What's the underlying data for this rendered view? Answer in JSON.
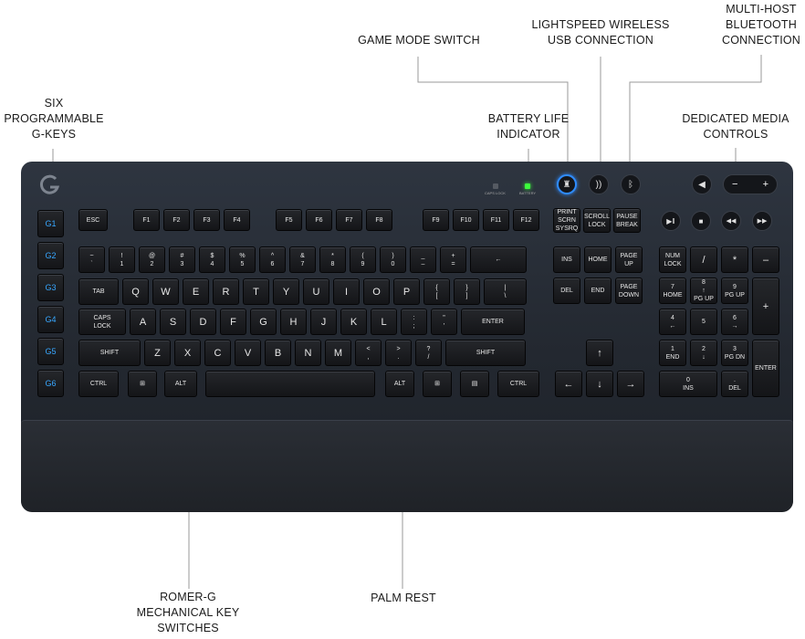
{
  "labels": {
    "g_keys": [
      "SIX",
      "PROGRAMMABLE",
      "G-KEYS"
    ],
    "game_mode": "GAME MODE SWITCH",
    "lightspeed": [
      "LIGHTSPEED WIRELESS",
      "USB CONNECTION"
    ],
    "bluetooth": [
      "MULTI-HOST",
      "BLUETOOTH",
      "CONNECTION"
    ],
    "battery": [
      "BATTERY LIFE",
      "INDICATOR"
    ],
    "media": [
      "DEDICATED MEDIA",
      "CONTROLS"
    ],
    "switches": [
      "ROMER-G",
      "MECHANICAL KEY",
      "SWITCHES"
    ],
    "palm_rest": "PALM REST"
  },
  "indicators": {
    "caps": "CAPS LOCK",
    "battery": "BATTERY"
  },
  "colors": {
    "g_key_text": "#38a7ff",
    "battery_led": "#3cff3c",
    "game_mode_ring": "#2f8cff"
  },
  "g_keys": [
    "G1",
    "G2",
    "G3",
    "G4",
    "G5",
    "G6"
  ],
  "function_keys": [
    "ESC",
    "F1",
    "F2",
    "F3",
    "F4",
    "F5",
    "F6",
    "F7",
    "F8",
    "F9",
    "F10",
    "F11",
    "F12"
  ],
  "nav_top": [
    [
      "PRINT",
      "SCRN",
      "SYSRQ"
    ],
    [
      "SCROLL",
      "LOCK"
    ],
    [
      "PAUSE",
      "BREAK"
    ]
  ],
  "rows": {
    "number": [
      [
        "~",
        "`"
      ],
      [
        "!",
        "1"
      ],
      [
        "@",
        "2"
      ],
      [
        "#",
        "3"
      ],
      [
        "$",
        "4"
      ],
      [
        "%",
        "5"
      ],
      [
        "^",
        "6"
      ],
      [
        "&",
        "7"
      ],
      [
        "*",
        "8"
      ],
      [
        "(",
        "9"
      ],
      [
        ")",
        "0"
      ],
      [
        "_",
        "–"
      ],
      [
        "+",
        "="
      ],
      [
        "←"
      ]
    ],
    "top": [
      [
        "TAB"
      ],
      [
        "Q"
      ],
      [
        "W"
      ],
      [
        "E"
      ],
      [
        "R"
      ],
      [
        "T"
      ],
      [
        "Y"
      ],
      [
        "U"
      ],
      [
        "I"
      ],
      [
        "O"
      ],
      [
        "P"
      ],
      [
        "{",
        "["
      ],
      [
        "}",
        "]"
      ],
      [
        "|",
        "\\"
      ]
    ],
    "home": [
      [
        "CAPS",
        "LOCK"
      ],
      [
        "A"
      ],
      [
        "S"
      ],
      [
        "D"
      ],
      [
        "F"
      ],
      [
        "G"
      ],
      [
        "H"
      ],
      [
        "J"
      ],
      [
        "K"
      ],
      [
        "L"
      ],
      [
        ":",
        ";"
      ],
      [
        "\"",
        "'"
      ],
      [
        "ENTER"
      ]
    ],
    "bottom": [
      [
        "SHIFT"
      ],
      [
        "Z"
      ],
      [
        "X"
      ],
      [
        "C"
      ],
      [
        "V"
      ],
      [
        "B"
      ],
      [
        "N"
      ],
      [
        "M"
      ],
      [
        "<",
        ","
      ],
      [
        ">",
        "."
      ],
      [
        "?",
        "/"
      ],
      [
        "SHIFT"
      ]
    ],
    "space": [
      [
        "CTRL"
      ],
      [
        "⊞"
      ],
      [
        "ALT"
      ],
      [
        ""
      ],
      [
        "ALT"
      ],
      [
        "⊞"
      ],
      [
        "▤"
      ],
      [
        "CTRL"
      ]
    ]
  },
  "nav_cluster": [
    [
      "INS"
    ],
    [
      "HOME"
    ],
    [
      "PAGE",
      "UP"
    ],
    [
      "DEL"
    ],
    [
      "END"
    ],
    [
      "PAGE",
      "DOWN"
    ]
  ],
  "arrows": [
    "↑",
    "←",
    "↓",
    "→"
  ],
  "numpad": [
    [
      "NUM",
      "LOCK"
    ],
    [
      "/"
    ],
    [
      "*"
    ],
    [
      "–"
    ],
    [
      "7",
      "HOME"
    ],
    [
      "8",
      "↑",
      "PG UP"
    ],
    [
      "9",
      "PG UP"
    ],
    [
      "+"
    ],
    [
      "4",
      "←"
    ],
    [
      "5"
    ],
    [
      "6",
      "→"
    ],
    [
      "1",
      "END"
    ],
    [
      "2",
      "↓"
    ],
    [
      "3",
      "PG DN"
    ],
    [
      "ENTER"
    ],
    [
      "0",
      "INS"
    ],
    [
      ".",
      "DEL"
    ]
  ],
  "media_keys": [
    "▶ǁ",
    "■",
    "◀◀",
    "▶▶"
  ],
  "volume": {
    "mute": "◀",
    "down": "−",
    "up": "+"
  },
  "connection_buttons": {
    "game_mode": "♜",
    "wireless": "))",
    "bluetooth": "ᛒ"
  }
}
